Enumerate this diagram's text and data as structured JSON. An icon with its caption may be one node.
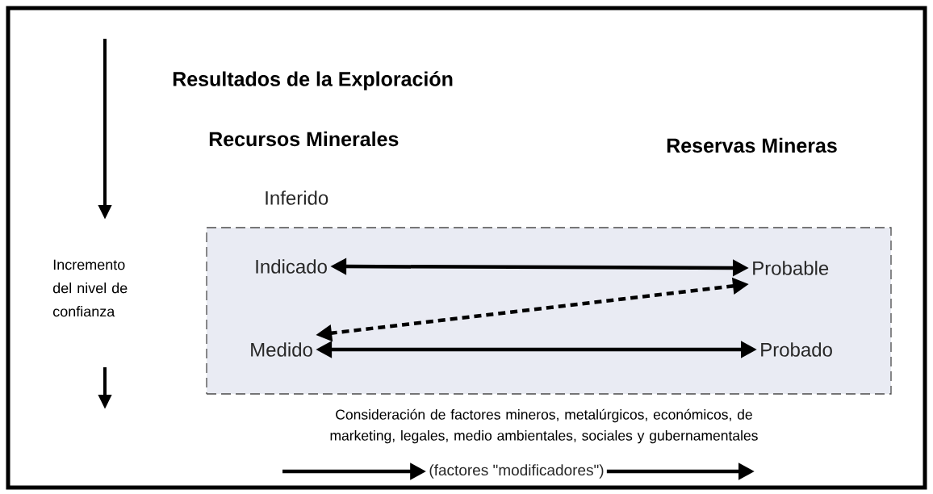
{
  "diagram": {
    "title": "Resultados de la Exploración",
    "nodes": [
      {
        "text": [],
        "shape": "box"
      },
      {
        "text": [
          "Indicado"
        ],
        "in": 0
      },
      {
        "text": [
          "Probable"
        ],
        "in": 0
      },
      {
        "text": [
          "Medido"
        ],
        "in": 0
      },
      {
        "text": [
          "Probado"
        ],
        "in": 0
      },
      {
        "text": [
          "(factores \"modificadores\")"
        ]
      }
    ],
    "edges": [
      {
        "from": 1,
        "to": 2,
        "arrow": "both"
      },
      {
        "from": 2,
        "to": 3,
        "arrow": "both",
        "style": "dashed"
      },
      {
        "from": 3,
        "to": 4,
        "arrow": "both"
      },
      {
        "from": null,
        "to": 5,
        "arrow": "to"
      },
      {
        "from": 5,
        "to": null,
        "arrow": "to"
      }
    ],
    "labels": [
      "Recursos Minerales",
      "Reservas Mineras",
      "Inferido",
      "Incremento del nivel de confianza",
      "Consideración de factores mineros, metalúrgicos, económicos, de marketing, legales, medio ambientales, sociales y gubernamentales"
    ]
  }
}
